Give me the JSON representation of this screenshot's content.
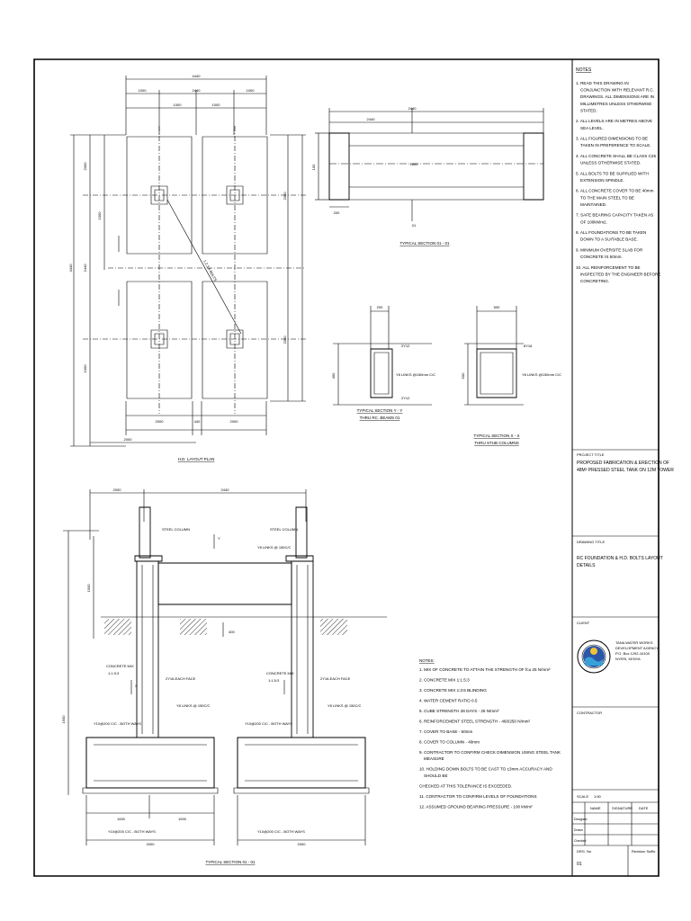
{
  "plan": {
    "title": "H.D. LAYOUT PLAN",
    "dims_top": [
      "4440",
      "1000",
      "2440",
      "1000",
      "1000",
      "1000"
    ],
    "dims_bottom": [
      "2000",
      "440",
      "2000",
      "2000"
    ],
    "dims_left": [
      "2000",
      "4440",
      "2440",
      "1000",
      "1000"
    ],
    "dims_right": [
      "2000",
      "2000"
    ],
    "diag_label": "1,2,3,4 BOLTS"
  },
  "section_01_top": {
    "title": "TYPICAL SECTION 01 - 01",
    "dims": [
      "2440",
      "2440",
      "200",
      "100",
      "1600",
      "200"
    ],
    "marker": "01"
  },
  "section_y": {
    "title": "TYPICAL SECTION Y - Y",
    "subtitle": "THRU RC. BEAMS 01",
    "dims": [
      "200",
      "2Y12",
      "2Y12",
      "400"
    ],
    "callout": "Y8 LINKS @150mm C/C"
  },
  "section_x": {
    "title": "TYPICAL SECTION X - X",
    "subtitle": "THRU STUB COLUMNS",
    "dims": [
      "500",
      "8Y16",
      "500"
    ],
    "callout": "Y8 LINKS @150mm C/C"
  },
  "notes_top": {
    "heading": "NOTES",
    "items": [
      "1. READ THIS DRAWING IN CONJUNCTION WITH RELEVANT R.C. DRAWINGS. ALL DIMENSIONS ARE IN MILLIMETRES UNLESS OTHERWISE STATED.",
      "2. ALL LEVELS ARE IN METRES ABOVE SEA LEVEL.",
      "3. ALL FIGURED DIMENSIONS TO BE TAKEN IN PREFERENCE TO SCALE.",
      "4. ALL CONCRETE SHALL BE CLASS C25 UNLESS OTHERWISE STATED.",
      "5. ALL BOLTS TO BE SUPPLIED WITH EXTENSION SPINDLE.",
      "6. ALL CONCRETE COVER TO BE 40mm TO THE MAIN STEEL TO BE MAINTAINED.",
      "7. SAFE BEARING CAPACITY TAKEN AS OF 100kN/m2.",
      "8. ALL FOUNDATIONS TO BE TAKEN DOWN TO A SUITABLE BASE.",
      "9. MINIMUM OVERSITE SLAB FOR CONCRETE IS 50mm.",
      "10. ALL REINFORCEMENT TO BE INSPECTED BY THE ENGINEER BEFORE CONCRETING."
    ]
  },
  "elevation": {
    "title": "TYPICAL SECTION 01 - 01",
    "dims_top": [
      "2000",
      "2440"
    ],
    "labels": {
      "steel_col_left": "STEEL COLUMN",
      "steel_col_right": "STEEL COLUMN",
      "y_marker": "Y",
      "links": "Y8 LINKS @ 150C/C",
      "concrete_left": "CONCRETE MIX",
      "concrete_right": "CONCRETE MIX",
      "mix_left": "1:1.5:3",
      "mix_right": "1:1.5:3",
      "bars_left": "2Y16-EACH FACE",
      "bars_right": "2Y16-EACH FACE",
      "links_left": "Y8 LINKS @ 150C/C",
      "links_right": "Y8 LINKS @ 150C/C",
      "mesh_left": "Y10@200 C/C - BOTH WAYS",
      "mesh_right": "Y10@200 C/C - BOTH WAYS",
      "mesh_bottom": "Y10@200 C/C - BOTH WAYS",
      "mesh_bottom_right": "Y10@200 C/C - BOTH WAYS",
      "x_marker": "X",
      "beam_marker": "400",
      "left_vert": "1500",
      "left_vert2": "1500"
    },
    "dims_bottom": [
      "1000",
      "1000",
      "2000",
      "2000"
    ]
  },
  "notes_bottom": {
    "heading": "NOTES:",
    "items": [
      "1. MIX OF CONCRETE TO ATTAIN THE STRENGTH OF fcu 25 N/mm²",
      "2. CONCRETE MIX 1:1.5:3",
      "3. CONCRETE MIX 1:3:6 BLINDING",
      "4. WATER CEMENT RATIO 0.5",
      "5. CUBE STRENGTH 28 DAYS - 25 N/mm²",
      "6. REINFORCEMENT STEEL STRENGTH - 460/250 N/mm²",
      "7. COVER TO BASE - 50mm",
      "8. COVER TO COLUMN - 40mm",
      "9. CONTRACTOR TO CONFIRM CHECK DIMENSION USING STEEL TANK MEASURE",
      "10. HOLDING DOWN BOLTS TO BE CAST TO ±3mm ACCURACY AND SHOULD BE",
      "    CHECKED AT THIS TOLERANCE IS EXCEEDED.",
      "11. CONTRACTOR TO CONFIRM LEVELS OF FOUNDATIONS",
      "12. ASSUMED GROUND BEARING PRESSURE - 100 kN/m²"
    ]
  },
  "title_block": {
    "project_title_label": "PROJECT TITLE",
    "project_title": [
      "PROPOSED FABRICATION & ERECTION OF",
      "48M³ PRESSED STEEL TANK ON 12M TOWER"
    ],
    "drawing_title_label": "DRAWING TITLE",
    "drawing_title": [
      "RC FOUNDATION & H.D. BOLTS LAYOUT",
      "DETAILS"
    ],
    "client_label": "CLIENT",
    "client": [
      "TANA WATER WORKS",
      "DEVELOPMENT AGENCY",
      "P.O. Box 1292-10100",
      "NYERI, KENYA"
    ],
    "contractor_label": "CONTRACTOR",
    "scale_label": "SCALE",
    "scale_value": "1:50",
    "table_headers": [
      "NAME",
      "SIGNATURE",
      "DATE"
    ],
    "table_rows": [
      "Designed",
      "Drawn",
      "Checked"
    ],
    "drg_no_label": "DRG. No",
    "drg_no": "01",
    "revision_label": "Revision Suffix"
  }
}
